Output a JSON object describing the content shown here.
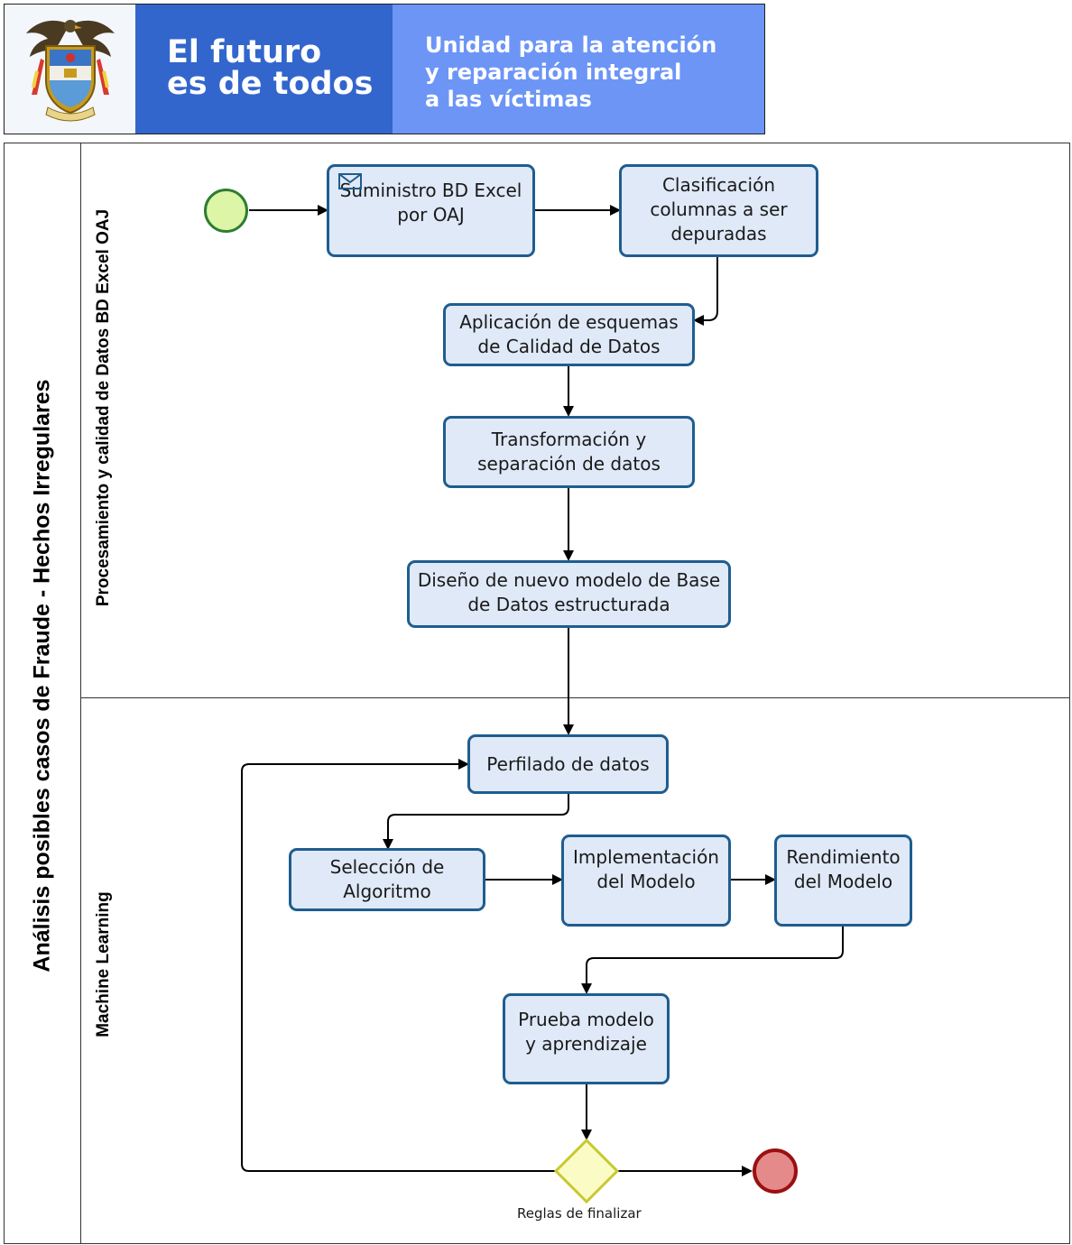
{
  "banner": {
    "slogan_line1": "El futuro",
    "slogan_line2": "es de todos",
    "entity_line1": "Unidad para la atención",
    "entity_line2": "y reparación integral",
    "entity_line3": "a las víctimas",
    "colors": {
      "dark_blue": "#3366cc",
      "light_blue": "#6c95f6"
    }
  },
  "pool": {
    "title": "Análisis posibles casos de Fraude - Hechos Irregulares",
    "lanes": [
      {
        "label": "Procesamiento y calidad de Datos BD Excel OAJ"
      },
      {
        "label": "Machine Learning"
      }
    ]
  },
  "tasks": {
    "suministro": {
      "line1": "Suministro BD Excel",
      "line2": "por OAJ",
      "icon": "envelope-icon"
    },
    "clasificacion": {
      "line1": "Clasificación",
      "line2": "columnas a ser",
      "line3": "depuradas"
    },
    "aplicacion": {
      "line1": "Aplicación de esquemas",
      "line2": "de Calidad de Datos"
    },
    "transformacion": {
      "line1": "Transformación y",
      "line2": "separación de datos"
    },
    "diseno": {
      "line1": "Diseño de nuevo modelo de Base",
      "line2": "de Datos estructurada"
    },
    "perfilado": {
      "line1": "Perfilado de datos"
    },
    "seleccion": {
      "line1": "Selección de",
      "line2": "Algoritmo"
    },
    "implementacion": {
      "line1": "Implementación",
      "line2": "del Modelo"
    },
    "rendimiento": {
      "line1": "Rendimiento",
      "line2": "del Modelo"
    },
    "prueba": {
      "line1": "Prueba modelo",
      "line2": "y aprendizaje"
    }
  },
  "gateway": {
    "label": "Reglas de finalizar"
  },
  "colors": {
    "task_fill": "#dfe9f7",
    "task_border": "#1f5d8f",
    "start_fill": "#dcf5a6",
    "start_border": "#2e7d32",
    "end_fill": "#e58a8a",
    "end_border": "#9b1010",
    "gateway_fill": "#fbfbc6",
    "gateway_border": "#c8c832"
  }
}
